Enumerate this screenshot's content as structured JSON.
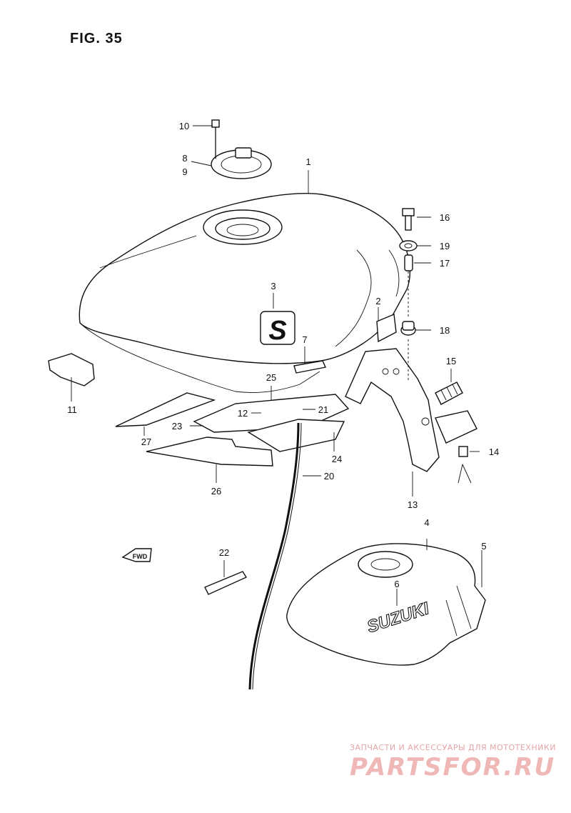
{
  "figure": {
    "title": "FIG. 35"
  },
  "callouts": [
    {
      "id": "c1",
      "label": "1"
    },
    {
      "id": "c2",
      "label": "2"
    },
    {
      "id": "c3",
      "label": "3"
    },
    {
      "id": "c4",
      "label": "4"
    },
    {
      "id": "c5",
      "label": "5"
    },
    {
      "id": "c6",
      "label": "6"
    },
    {
      "id": "c7",
      "label": "7"
    },
    {
      "id": "c8",
      "label": "8"
    },
    {
      "id": "c9",
      "label": "9"
    },
    {
      "id": "c10",
      "label": "10"
    },
    {
      "id": "c11",
      "label": "11"
    },
    {
      "id": "c12",
      "label": "12"
    },
    {
      "id": "c13",
      "label": "13"
    },
    {
      "id": "c14",
      "label": "14"
    },
    {
      "id": "c15",
      "label": "15"
    },
    {
      "id": "c16",
      "label": "16"
    },
    {
      "id": "c17",
      "label": "17"
    },
    {
      "id": "c18",
      "label": "18"
    },
    {
      "id": "c19",
      "label": "19"
    },
    {
      "id": "c20",
      "label": "20"
    },
    {
      "id": "c21",
      "label": "21"
    },
    {
      "id": "c22",
      "label": "22"
    },
    {
      "id": "c23",
      "label": "23"
    },
    {
      "id": "c24",
      "label": "24"
    },
    {
      "id": "c25",
      "label": "25"
    },
    {
      "id": "c26",
      "label": "26"
    },
    {
      "id": "c27",
      "label": "27"
    }
  ],
  "decals": {
    "tank_emblem": "S",
    "tank_brand": "SUZUKI",
    "direction_marker": "FWD"
  },
  "watermark": {
    "tagline": "ЗАПЧАСТИ И АКСЕССУАРЫ ДЛЯ МОТОТЕХНИКИ",
    "logo": "PARTSFOR.RU"
  }
}
